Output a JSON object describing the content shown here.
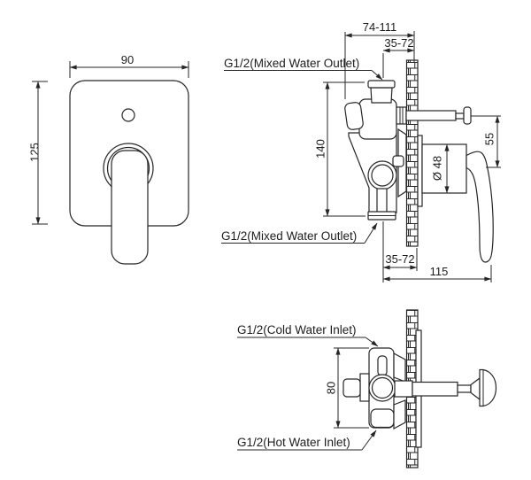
{
  "drawing": {
    "front_view": {
      "width_dim": "90",
      "height_dim": "125"
    },
    "side_view": {
      "depth_range_dim": "74-111",
      "recess_depth_top_dim": "35-72",
      "port_spacing_dim": "140",
      "handle_offset_dim": "55",
      "escutcheon_diameter_dim": "Ø 48",
      "recess_depth_bottom_dim": "35-72",
      "handle_reach_dim": "115",
      "top_outlet_label": "G1/2(Mixed Water Outlet)",
      "bottom_outlet_label": "G1/2(Mixed Water Outlet)"
    },
    "plan_view": {
      "body_height_dim": "80",
      "cold_inlet_label": "G1/2(Cold Water Inlet)",
      "hot_inlet_label": "G1/2(Hot Water Inlet)"
    },
    "colors": {
      "line": "#262626",
      "background": "#ffffff"
    }
  }
}
